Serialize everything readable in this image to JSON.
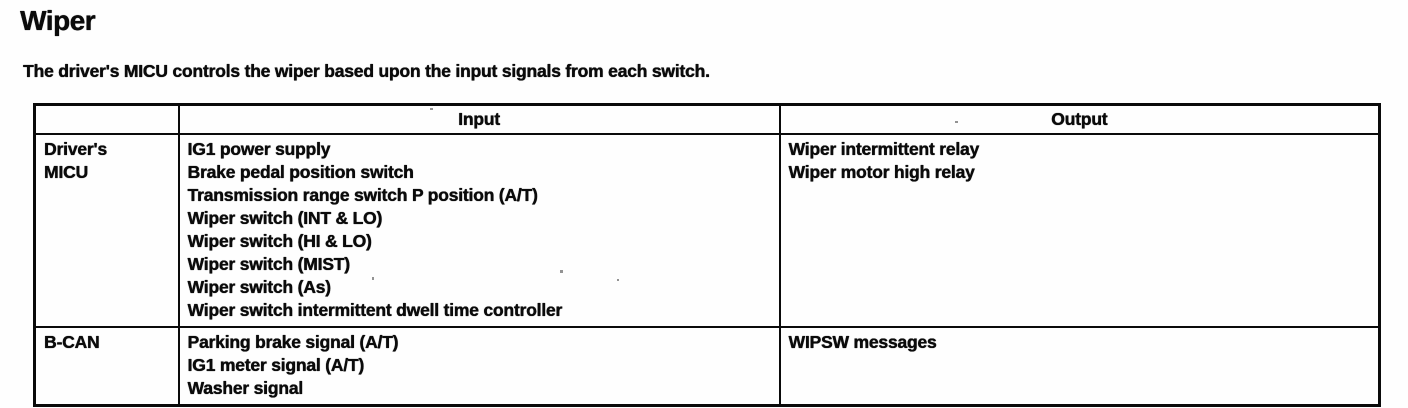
{
  "page": {
    "title": "Wiper",
    "intro": "The driver's MICU controls the wiper based upon the input signals from each switch."
  },
  "table": {
    "header": {
      "source": "",
      "input": "Input",
      "output": "Output"
    },
    "rows": [
      {
        "source_lines": [
          "Driver's",
          "MICU"
        ],
        "inputs": [
          "IG1 power supply",
          "Brake pedal position switch",
          "Transmission range switch P position (A/T)",
          "Wiper switch (INT & LO)",
          "Wiper switch (HI & LO)",
          "Wiper switch (MIST)",
          "Wiper switch (As)",
          "Wiper switch intermittent dwell time controller"
        ],
        "outputs": [
          "Wiper intermittent relay",
          "Wiper motor high relay"
        ]
      },
      {
        "source_lines": [
          "B-CAN"
        ],
        "inputs": [
          "Parking brake signal (A/T)",
          "IG1 meter signal (A/T)",
          "Washer signal"
        ],
        "outputs": [
          "WIPSW messages"
        ]
      }
    ]
  },
  "colors": {
    "text": "#0b0b0b",
    "border": "#0a0a0a",
    "background": "#ffffff"
  }
}
